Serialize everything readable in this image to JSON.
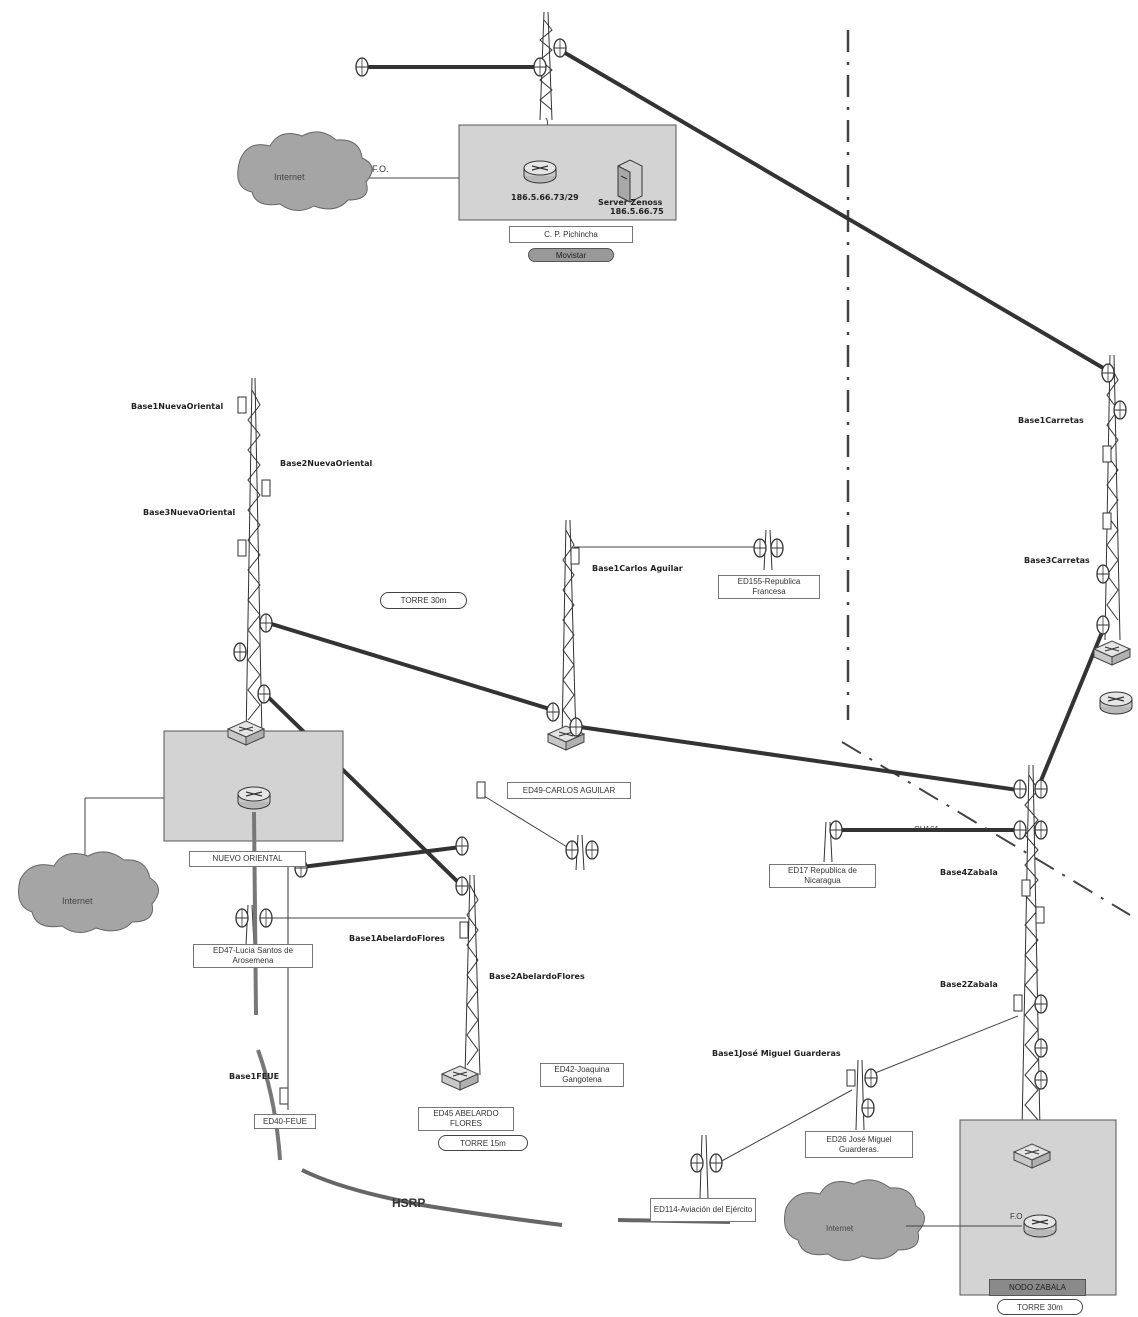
{
  "diagram": {
    "top_site": {
      "cloud_label": "Internet",
      "link_label": "F.O.",
      "router_label": "186.5.66.73/29",
      "server_label_1": "Server Zenoss",
      "server_label_2": "186.5.66.75",
      "site_name": "C. P. Pichincha",
      "provider": "Movistar"
    },
    "carretas": {
      "base1": "Base1Carretas",
      "base3": "Base3Carretas"
    },
    "nueva_oriental": {
      "base1": "Base1NuevaOriental",
      "base2": "Base2NuevaOriental",
      "base3": "Base3NuevaOriental",
      "tower_height": "TORRE 30m",
      "site_name": "NUEVO ORIENTAL",
      "cloud_label": "Internet"
    },
    "carlos_aguilar": {
      "base1": "Base1Carlos Aguilar",
      "remote": "ED155-Republica Francesa",
      "site_name": "ED49-CARLOS AGUILAR"
    },
    "zabala": {
      "link_channel": "CH161",
      "remote_nicaragua": "ED17 Republica de Nicaragua",
      "base4": "Base4Zabala",
      "base2": "Base2Zabala",
      "base1_guarderas": "Base1José Miguel Guarderas",
      "remote_guarderas": "ED26 José Miguel Guarderas.",
      "remote_aviacion": "ED114-Aviación del Ejército",
      "link_label": "F.O",
      "cloud_label": "Internet",
      "site_name": "NODO ZABALA",
      "tower_height": "TORRE 30m"
    },
    "abelardo_flores": {
      "base1": "Base1AbelardoFlores",
      "base2": "Base2AbelardoFlores",
      "remote_lucia": "ED47-Lucia Santos de Arosemena",
      "remote_joaquina": "ED42-Joaquina Gangotena",
      "base_feue": "Base1FEUE",
      "remote_feue": "ED40-FEUE",
      "site_name": "ED45 ABELARDO FLORES",
      "tower_height": "TORRE 15m"
    },
    "redundancy_label": "HSRP"
  }
}
